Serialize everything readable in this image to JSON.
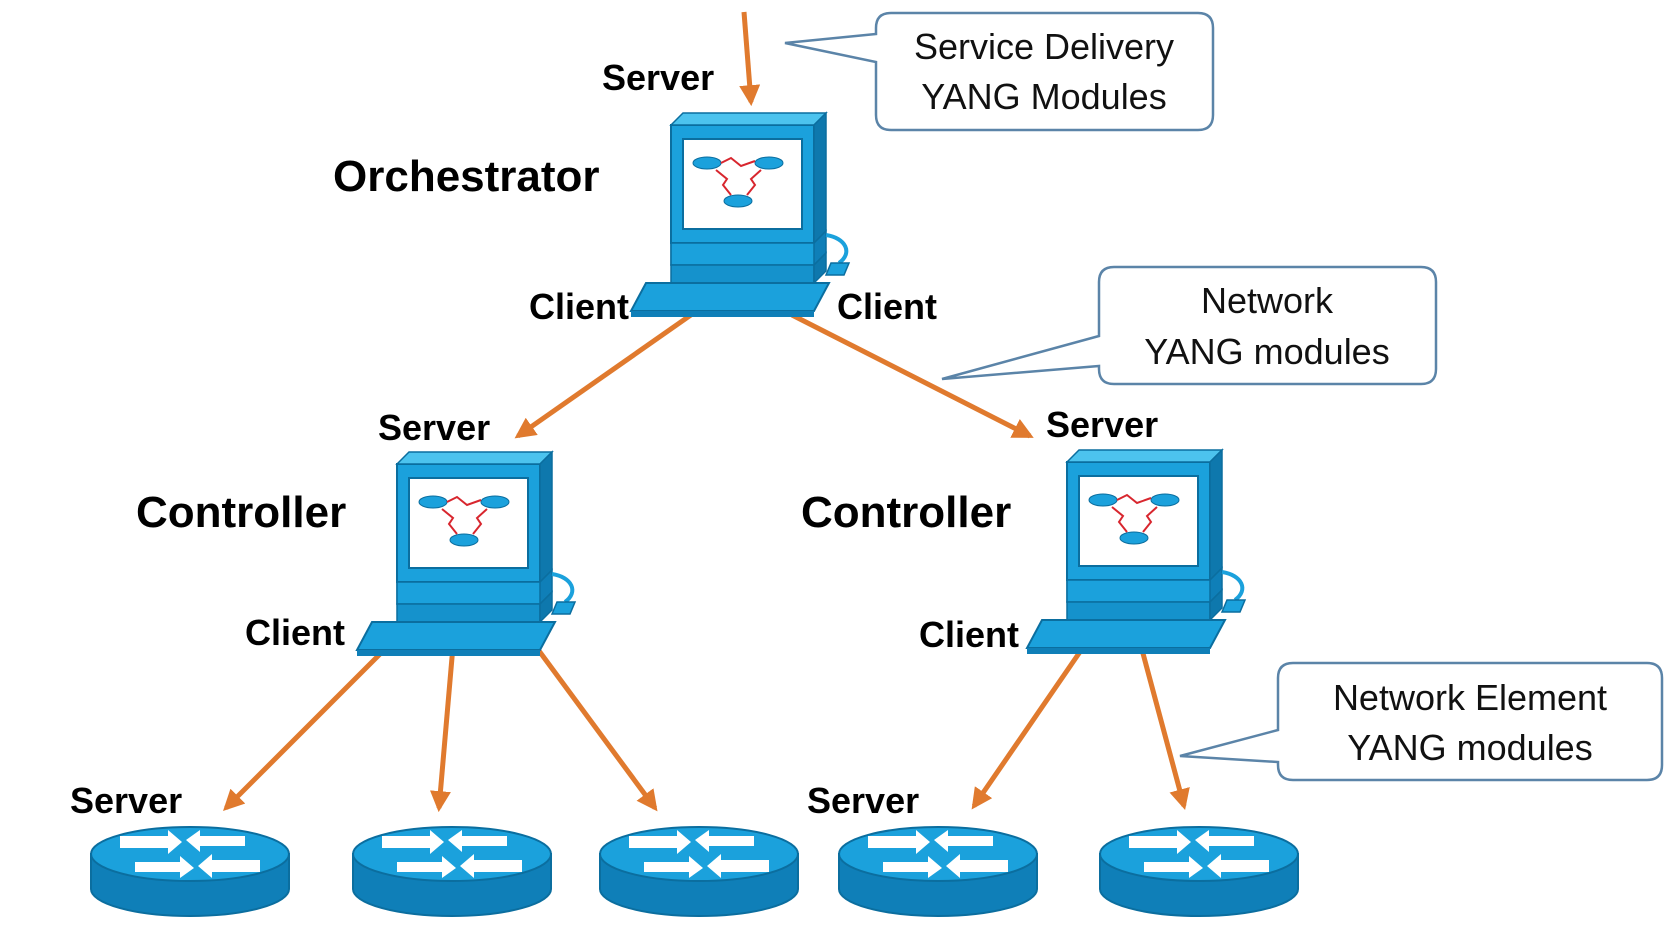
{
  "colors": {
    "arrow": "#E07A2E",
    "device_fill": "#1BA1DC",
    "device_dark": "#0F7FB8",
    "device_light": "#4CC3EE",
    "device_stroke": "#0B6E9F",
    "callout_border": "#5B84A8",
    "link_red": "#D8262E"
  },
  "icons": {
    "workstation": "workstation-icon",
    "router": "router-icon"
  },
  "orchestrator": {
    "name": "Orchestrator",
    "server_label": "Server",
    "client_left_label": "Client",
    "client_right_label": "Client"
  },
  "controller_left": {
    "name": "Controller",
    "server_label": "Server",
    "client_label": "Client"
  },
  "controller_right": {
    "name": "Controller",
    "server_label": "Server",
    "client_label": "Client"
  },
  "element_labels": {
    "left_server": "Server",
    "right_server": "Server"
  },
  "callouts": {
    "service_delivery": {
      "line1": "Service Delivery",
      "line2": "YANG Modules"
    },
    "network": {
      "line1": "Network",
      "line2": "YANG modules"
    },
    "network_element": {
      "line1": "Network Element",
      "line2": "YANG modules"
    }
  }
}
